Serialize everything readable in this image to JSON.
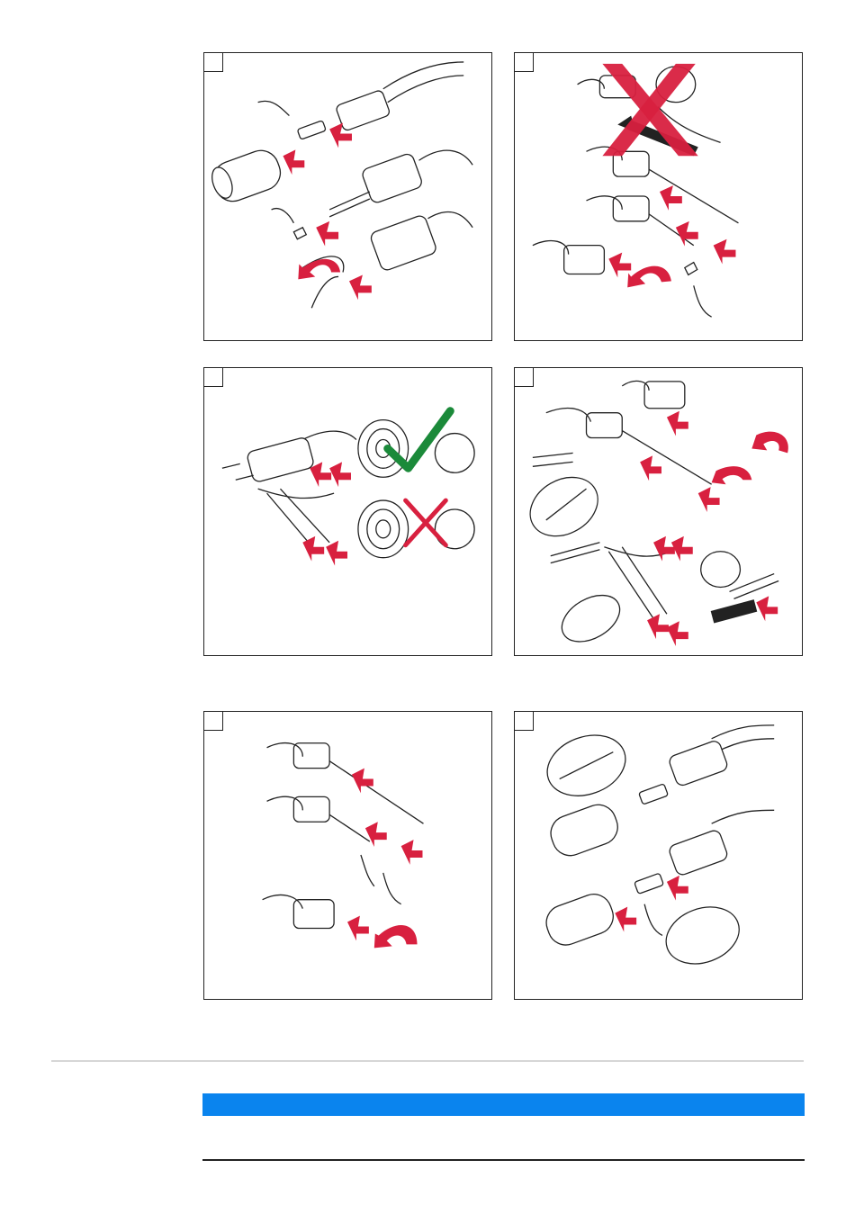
{
  "panels": [
    {
      "id": 1,
      "step": ""
    },
    {
      "id": 2,
      "step": ""
    },
    {
      "id": 3,
      "step": ""
    },
    {
      "id": 4,
      "step": ""
    },
    {
      "id": 5,
      "step": ""
    },
    {
      "id": 6,
      "step": ""
    }
  ],
  "notice": {
    "label": ""
  },
  "colors": {
    "arrow": "#d8203f",
    "check": "#1b8a3a",
    "banner": "#0a84ee"
  }
}
